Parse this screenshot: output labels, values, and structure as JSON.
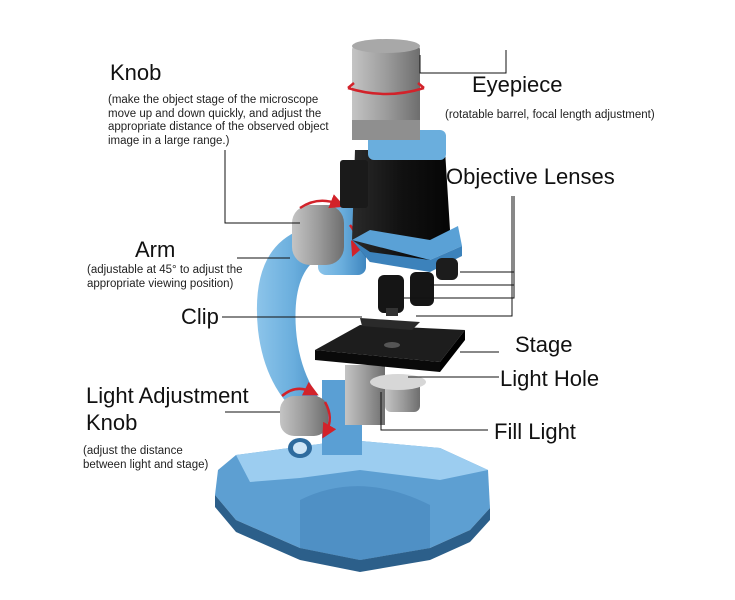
{
  "labels": {
    "knob": {
      "title": "Knob",
      "note": "(make the object stage of the microscope move up and down quickly, and adjust the appropriate distance of the observed object image in a large range.)"
    },
    "eyepiece": {
      "title": "Eyepiece",
      "note": "(rotatable barrel, focal length adjustment)"
    },
    "objective_lenses": {
      "title": "Objective Lenses"
    },
    "arm": {
      "title": "Arm",
      "note": "(adjustable at 45° to adjust the appropriate viewing position)"
    },
    "clip": {
      "title": "Clip"
    },
    "stage": {
      "title": "Stage"
    },
    "light_hole": {
      "title": "Light Hole"
    },
    "light_adjustment_knob": {
      "title_line1": "Light Adjustment",
      "title_line2": "Knob",
      "note": "(adjust the distance between light and stage)"
    },
    "fill_light": {
      "title": "Fill Light"
    }
  },
  "colors": {
    "body_blue": "#6aaedd",
    "body_blue_dark": "#3f86bf",
    "black_plastic": "#141414",
    "grey": "#9a9a9a",
    "arrow_red": "#d2222a"
  }
}
